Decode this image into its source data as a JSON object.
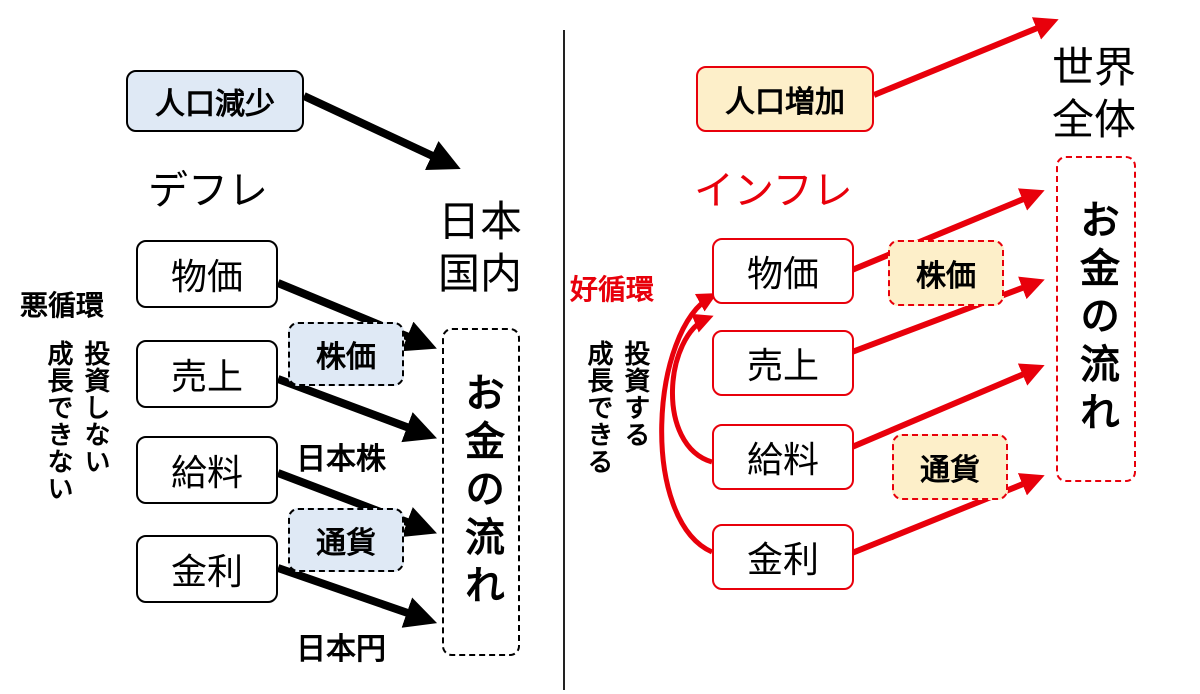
{
  "left": {
    "population": "人口減少",
    "state": "デフレ",
    "region": "日本\n国内",
    "cycle": "悪循環",
    "note": "投資しない\n成長できない",
    "terms": [
      "物価",
      "売上",
      "給料",
      "金利"
    ],
    "stock_tag": "株価",
    "currency_tag": "通貨",
    "stock_label": "日本株",
    "currency_label": "日本円",
    "money_flow": "お金の流れ"
  },
  "right": {
    "population": "人口増加",
    "state": "インフレ",
    "region": "世界\n全体",
    "cycle": "好循環",
    "note": "投資する\n成長できる",
    "terms": [
      "物価",
      "売上",
      "給料",
      "金利"
    ],
    "stock_tag": "株価",
    "currency_tag": "通貨",
    "money_flow": "お金の流れ"
  },
  "colors": {
    "left_tag_fill": "#dfe9f5",
    "right_tag_fill": "#fdefc9",
    "right_accent": "#e8000b",
    "left_accent": "#000000"
  }
}
